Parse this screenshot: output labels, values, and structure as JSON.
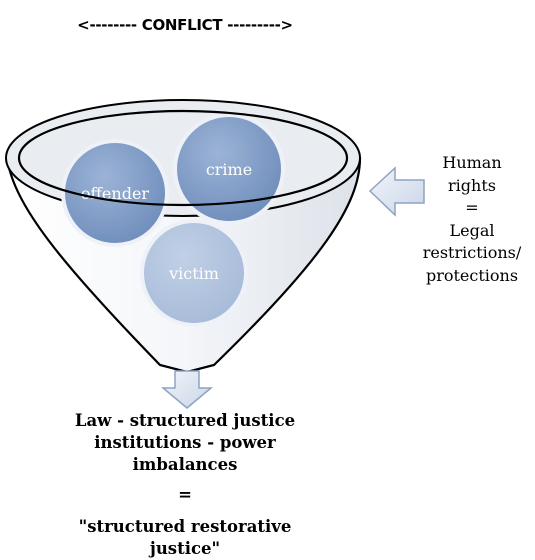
{
  "title": "<-------- CONFLICT --------->",
  "circles": {
    "offender": "offender",
    "crime": "crime",
    "victim": "victim"
  },
  "side_text": {
    "line1": "Human",
    "line2": "rights",
    "line3": "=",
    "line4": "Legal",
    "line5": "restrictions/",
    "line6": "protections"
  },
  "bottom_text": {
    "line1": "Law - structured justice",
    "line2": "institutions - power",
    "line3": "imbalances",
    "equals": "=",
    "line4": "\"structured restorative",
    "line5": "justice\""
  },
  "colors": {
    "circle_fill": "#7f9cc6",
    "circle_stroke": "#e9eef7",
    "arrow_fill": "#dbe4f1",
    "arrow_stroke": "#8ea3c2"
  }
}
